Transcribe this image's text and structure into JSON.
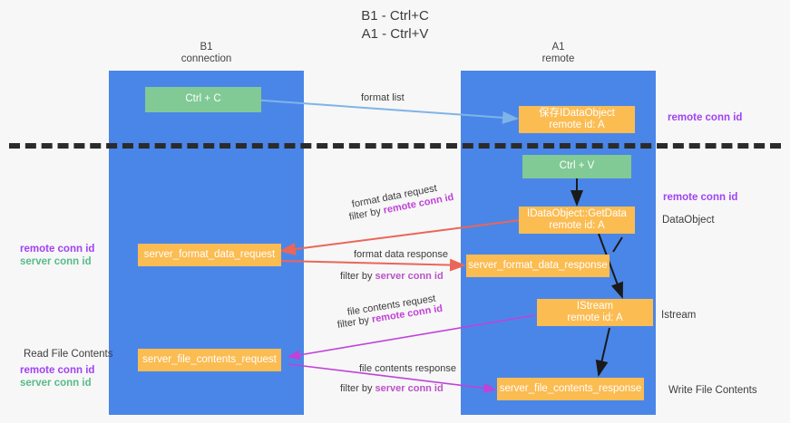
{
  "title": {
    "line1": "B1 - Ctrl+C",
    "line2": "A1 - Ctrl+V"
  },
  "lanes": [
    {
      "id": "b1",
      "name": "B1",
      "role": "connection"
    },
    {
      "id": "a1",
      "name": "A1",
      "role": "remote"
    }
  ],
  "nodes": {
    "ctrl_c": {
      "line1": "Ctrl + C",
      "line2": ""
    },
    "idataobject": {
      "line1": "保存IDataObject",
      "line2": "remote id: A"
    },
    "ctrl_v": {
      "line1": "Ctrl + V",
      "line2": ""
    },
    "getdata": {
      "line1": "IDataObject::GetData",
      "line2": "remote id: A"
    },
    "fmt_request": {
      "line1": "server_format_data_request",
      "line2": ""
    },
    "fmt_response": {
      "line1": "server_format_data_response",
      "line2": ""
    },
    "istream": {
      "line1": "IStream",
      "line2": "remote id: A"
    },
    "file_request": {
      "line1": "server_file_contents_request",
      "line2": ""
    },
    "file_response": {
      "line1": "server_file_contents_response",
      "line2": ""
    }
  },
  "right_labels": {
    "remote_conn_id_top": "remote conn id",
    "remote_conn_id_mid": "remote conn id",
    "dataobject": "DataObject",
    "istream": "Istream",
    "write_file_contents": "Write File Contents"
  },
  "left_labels": {
    "remote_conn_id": "remote conn id",
    "server_conn_id": "server conn id",
    "read_file_contents": "Read File Contents",
    "remote_conn_id_2": "remote conn id",
    "server_conn_id_2": "server conn id"
  },
  "edges": {
    "format_list": "format list",
    "format_data_request": "format data request",
    "format_data_request_filter_prefix": "filter by ",
    "format_data_request_filter_key": "remote conn id",
    "format_data_response": "format data response",
    "format_data_response_filter_prefix": "filter by ",
    "format_data_response_filter_key": "server conn id",
    "file_contents_request": "file contents request",
    "file_contents_request_filter_prefix": "filter by ",
    "file_contents_request_filter_key": "remote conn id",
    "file_contents_response": "file contents response",
    "file_contents_response_filter_prefix": "filter by ",
    "file_contents_response_filter_key": "server conn id"
  },
  "colors": {
    "lane": "#4a86e8",
    "green_node": "#81c995",
    "orange_node": "#fbbc52",
    "purple": "#a142f4",
    "green_text": "#57bb8a",
    "red_arrow": "#ea6659",
    "magenta_arrow": "#c042d8",
    "blue_arrow": "#7fb4e8",
    "black_arrow": "#1a1a1a"
  }
}
